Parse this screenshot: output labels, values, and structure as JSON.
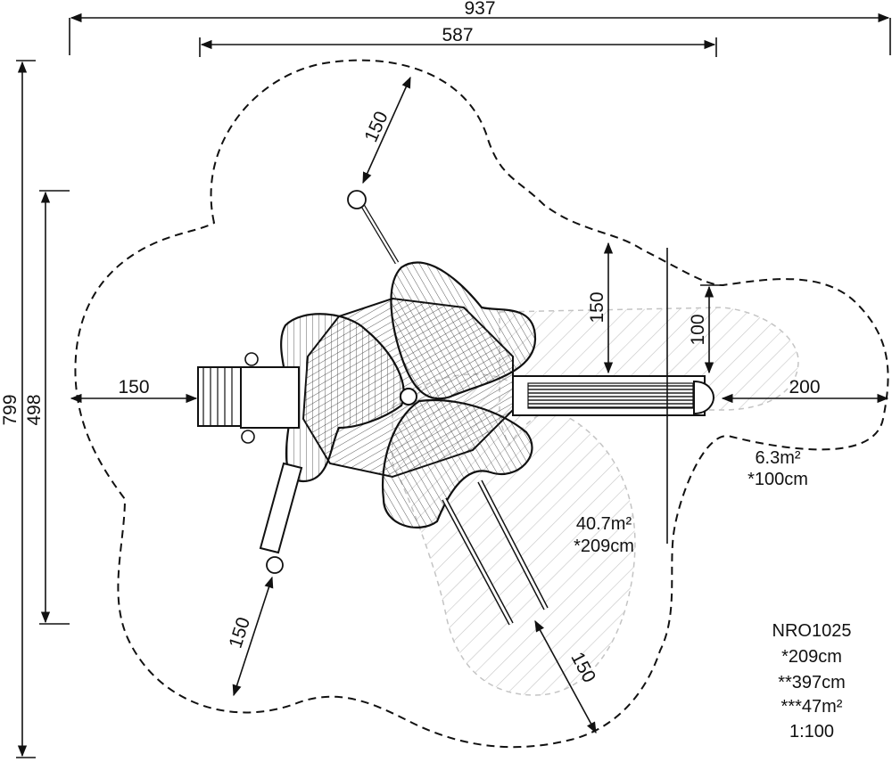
{
  "dimensions": {
    "total_width": "937",
    "inner_width": "587",
    "total_height": "799",
    "inner_height": "498",
    "left_clearance": "150",
    "top_clearance": "150",
    "bottom_left_clearance": "150",
    "bottom_right_clearance": "150",
    "slide_clearance_a": "150",
    "slide_clearance_b": "100",
    "right_clearance": "200"
  },
  "zones": {
    "small_area": "6.3m²",
    "small_height": "*100cm",
    "large_area": "40.7m²",
    "large_height": "*209cm"
  },
  "info": {
    "code": "NRO1025",
    "height": "*209cm",
    "length": "**397cm",
    "area": "***47m²",
    "scale": "1:100"
  },
  "colors": {
    "line": "#111111",
    "hatch": "#bdbdbd"
  }
}
